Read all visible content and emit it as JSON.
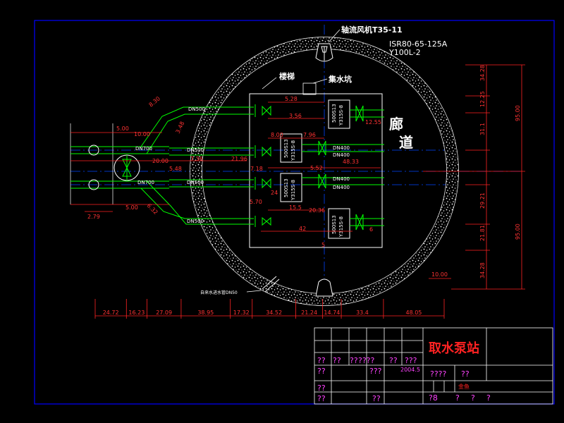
{
  "labels": {
    "fan": "轴流风机T35-11",
    "pump_model": "ISR80-65-125A",
    "motor_model": "Y100L-2",
    "stairs": "楼梯",
    "sump": "集水坑",
    "corridor_1": "廊",
    "corridor_2": "道",
    "outlet_pipe": "自来水进水管DN50"
  },
  "pipes": {
    "dn500": "DN500",
    "dn700": "DN700",
    "dn400": "DN400"
  },
  "pumps": [
    {
      "model": "500S13",
      "submodel": "Y315S-8"
    },
    {
      "model": "500S13",
      "submodel": "Y315S-8"
    },
    {
      "model": "500S13",
      "submodel": "Y315S-8"
    },
    {
      "model": "500S13",
      "submodel": "Y315S-8"
    }
  ],
  "dimensions": {
    "bottom": [
      "24.72",
      "16.23",
      "27.09",
      "38.95",
      "17.32",
      "34.52",
      "21.24",
      "14.74",
      "33.4",
      "48.05"
    ],
    "right_upper": [
      "34.28",
      "12.25",
      "31.1"
    ],
    "right_total_top": "95.00",
    "right_lower": [
      "29.21",
      "21.81",
      "34.28"
    ],
    "right_total_bottom": "95.00",
    "right_small": "10.00",
    "left": [
      "8.30",
      "3.48",
      "5.00",
      "10.00",
      "20.00",
      "5.48",
      "7.36",
      "21.96",
      "7.18",
      "5.70",
      "5.00",
      "2.79",
      "6.32"
    ],
    "inner": [
      "5.28",
      "3.56",
      "12.55",
      "8.00",
      "7.96",
      "48.33",
      "5.52",
      "24",
      "15.5",
      "20.36",
      "42",
      "5",
      "6"
    ]
  },
  "title_block": {
    "title": "取水泵站",
    "date": "2004.5",
    "row_a": [
      "??",
      "??",
      "??",
      "????",
      "??",
      "???"
    ],
    "row_b": [
      "??",
      "???"
    ],
    "left_col": [
      "??",
      "??"
    ],
    "mid": "????",
    "mid2": "??",
    "small_red": "金鱼",
    "bottom": [
      "?8",
      "?",
      "?",
      "?"
    ]
  },
  "colors": {
    "background": "#000000",
    "border": "#0000ff",
    "pipe": "#00ff00",
    "axis": "#0044ff",
    "dimension": "#ff2222",
    "frame": "#ffffff",
    "title_text": "#ff2222",
    "placeholder_text": "#ff44ff"
  }
}
